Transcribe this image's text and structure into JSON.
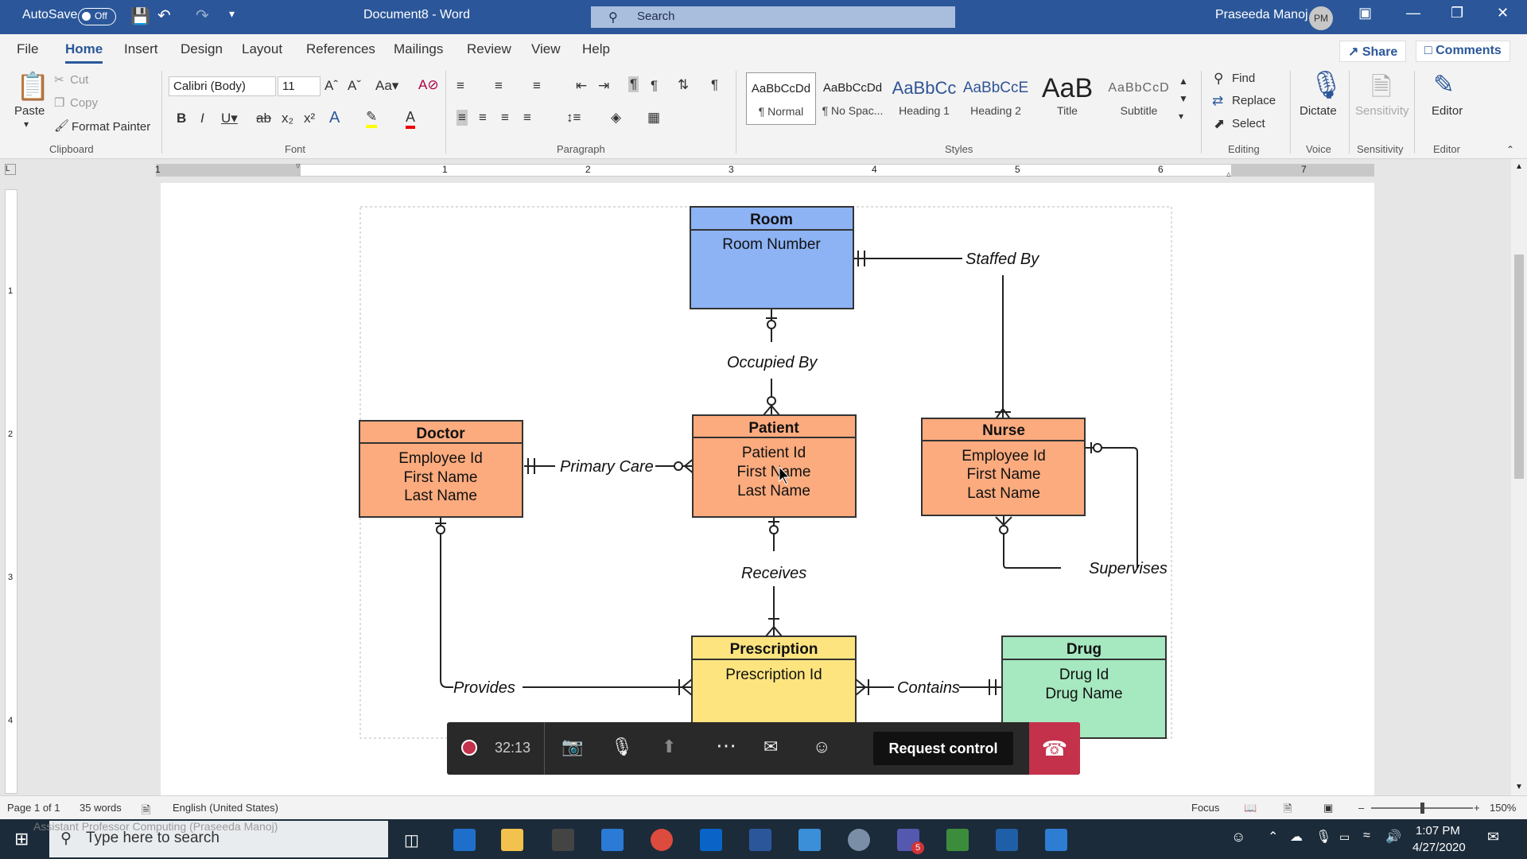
{
  "titlebar": {
    "autosave_label": "AutoSave",
    "autosave_state": "Off",
    "doc_title": "Document8  -  Word",
    "search_placeholder": "Search",
    "user_name": "Praseeda Manoj",
    "user_initials": "PM"
  },
  "tabs": [
    "File",
    "Home",
    "Insert",
    "Design",
    "Layout",
    "References",
    "Mailings",
    "Review",
    "View",
    "Help"
  ],
  "share_label": "Share",
  "comments_label": "Comments",
  "ribbon": {
    "clipboard": {
      "paste": "Paste",
      "cut": "Cut",
      "copy": "Copy",
      "format_painter": "Format Painter",
      "group": "Clipboard"
    },
    "font": {
      "name": "Calibri (Body)",
      "size": "11",
      "group": "Font"
    },
    "paragraph": {
      "group": "Paragraph"
    },
    "styles": {
      "items": [
        {
          "sample": "AaBbCcDd",
          "name": "¶ Normal"
        },
        {
          "sample": "AaBbCcDd",
          "name": "¶ No Spac..."
        },
        {
          "sample": "AaBbCc",
          "name": "Heading 1"
        },
        {
          "sample": "AaBbCcE",
          "name": "Heading 2"
        },
        {
          "sample": "AaB",
          "name": "Title"
        },
        {
          "sample": "AaBbCcD",
          "name": "Subtitle"
        }
      ],
      "group": "Styles"
    },
    "editing": {
      "find": "Find",
      "replace": "Replace",
      "select": "Select",
      "group": "Editing"
    },
    "voice": {
      "dictate": "Dictate",
      "group": "Voice"
    },
    "sensitivity": {
      "label": "Sensitivity",
      "group": "Sensitivity"
    },
    "editor": {
      "label": "Editor",
      "group": "Editor"
    }
  },
  "ruler_numbers": [
    "1",
    "1",
    "2",
    "3",
    "4",
    "5",
    "6",
    "7"
  ],
  "vruler_numbers": [
    "1",
    "2",
    "3",
    "4"
  ],
  "diagram": {
    "entities": {
      "room": {
        "title": "Room",
        "attrs": [
          "Room Number"
        ]
      },
      "doctor": {
        "title": "Doctor",
        "attrs": [
          "Employee Id",
          "First Name",
          "Last Name"
        ]
      },
      "patient": {
        "title": "Patient",
        "attrs": [
          "Patient Id",
          "First Name",
          "Last Name"
        ]
      },
      "nurse": {
        "title": "Nurse",
        "attrs": [
          "Employee Id",
          "First Name",
          "Last Name"
        ]
      },
      "prescription": {
        "title": "Prescription",
        "attrs": [
          "Prescription Id"
        ]
      },
      "drug": {
        "title": "Drug",
        "attrs": [
          "Drug Id",
          "Drug Name"
        ]
      }
    },
    "relationships": {
      "staffed_by": "Staffed By",
      "occupied_by": "Occupied By",
      "primary_care": "Primary Care",
      "receives": "Receives",
      "supervises": "Supervises",
      "provides": "Provides",
      "contains": "Contains"
    },
    "colors": {
      "room": "#8db3f5",
      "person": "#fbab7e",
      "prescription": "#fde47f",
      "drug": "#a6e8c0"
    }
  },
  "call_bar": {
    "timer": "32:13",
    "request_control": "Request control"
  },
  "status": {
    "page": "Page 1 of 1",
    "words": "35 words",
    "language": "English (United States)",
    "focus": "Focus",
    "zoom": "150%"
  },
  "taskbar": {
    "search_placeholder": "Type here to search",
    "overlay_name": "Assistant Professor Computing (Praseeda Manoj)",
    "time": "1:07 PM",
    "date": "4/27/2020",
    "teams_badge": "5"
  }
}
